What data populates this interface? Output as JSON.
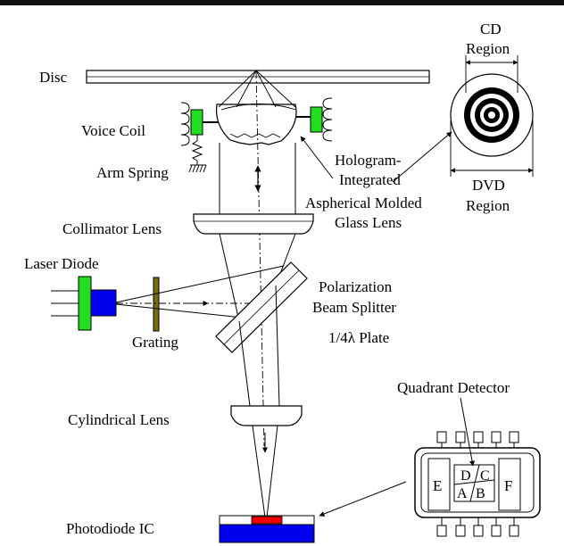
{
  "labels": {
    "disc": "Disc",
    "voice_coil": "Voice Coil",
    "arm_spring": "Arm Spring",
    "collimator_lens": "Collimator Lens",
    "laser_diode": "Laser Diode",
    "grating": "Grating",
    "polarization": "Polarization",
    "beam_splitter": "Beam Splitter",
    "quarter_wave_plate": "1/4λ Plate",
    "cylindrical_lens": "Cylindrical Lens",
    "photodiode_ic": "Photodiode IC",
    "quadrant_detector": "Quadrant Detector",
    "hologram_line1": "Hologram-",
    "hologram_line2": "Integrated",
    "hologram_line3": "Aspherical Molded",
    "hologram_line4": "Glass Lens",
    "cd_line1": "CD",
    "cd_line2": "Region",
    "dvd_line1": "DVD",
    "dvd_line2": "Region"
  },
  "detector_segments": {
    "e": "E",
    "f": "F",
    "a": "A",
    "b": "B",
    "c": "C",
    "d": "D"
  },
  "colors": {
    "laser_body": "#0000ee",
    "laser_mount": "#22dd22",
    "grating": "#7a6a10",
    "coil_magnet": "#22dd22",
    "photodiode_substrate": "#0000ee",
    "photodiode_spot": "#ee0000"
  }
}
